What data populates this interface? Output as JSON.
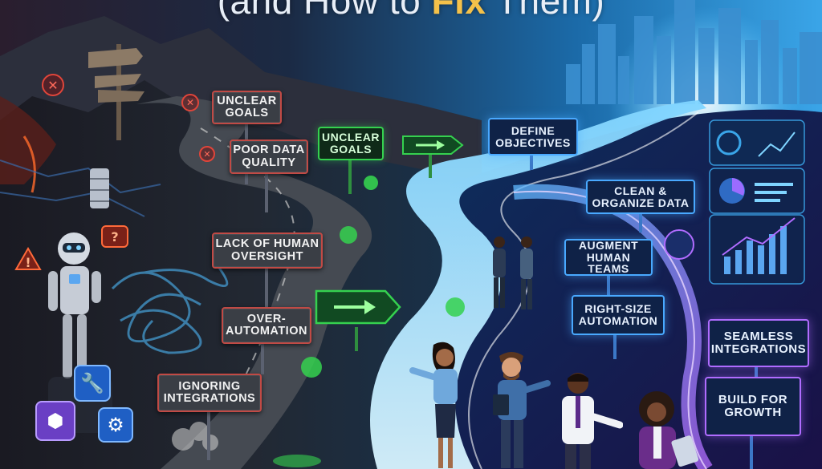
{
  "title": {
    "prefix": "(and How to ",
    "accent": "Fix",
    "suffix": " Them)"
  },
  "problems": [
    {
      "id": "unclear-goals",
      "label": "UNCLEAR\nGOALS"
    },
    {
      "id": "poor-data-quality",
      "label": "POOR DATA\nQUALITY"
    },
    {
      "id": "lack-of-human-oversight",
      "label": "LACK OF HUMAN\nOVERSIGHT"
    },
    {
      "id": "over-automation",
      "label": "OVER-\nAUTOMATION"
    },
    {
      "id": "ignoring-integrations",
      "label": "IGNORING\nINTEGRATIONS"
    }
  ],
  "transition_sign": {
    "label": "UNCLEAR\nGOALS"
  },
  "fixes": [
    {
      "id": "define-objectives",
      "label": "DEFINE\nOBJECTIVES"
    },
    {
      "id": "clean-organize-data",
      "label": "CLEAN &\nORGANIZE DATA"
    },
    {
      "id": "augment-human-teams",
      "label": "AUGMENT\nHUMAN TEAMS"
    },
    {
      "id": "right-size-automation",
      "label": "RIGHT-SIZE\nAUTOMATION"
    },
    {
      "id": "seamless-integrations",
      "label": "SEAMLESS\nINTEGRATIONS"
    },
    {
      "id": "build-for-growth",
      "label": "BUILD FOR\nGROWTH"
    }
  ],
  "robot_bubble": "?",
  "icons": {
    "wrench": "wrench-icon",
    "gear": "gear-icon",
    "cube": "cube-icon",
    "warning": "warning-icon",
    "error": "x-circle-icon",
    "arrow": "arrow-right-icon"
  },
  "colors": {
    "problem_border": "#c14a45",
    "fix_border": "#49a9ff",
    "green_glow": "#35d14f",
    "accent_title": "#f4c14a"
  }
}
